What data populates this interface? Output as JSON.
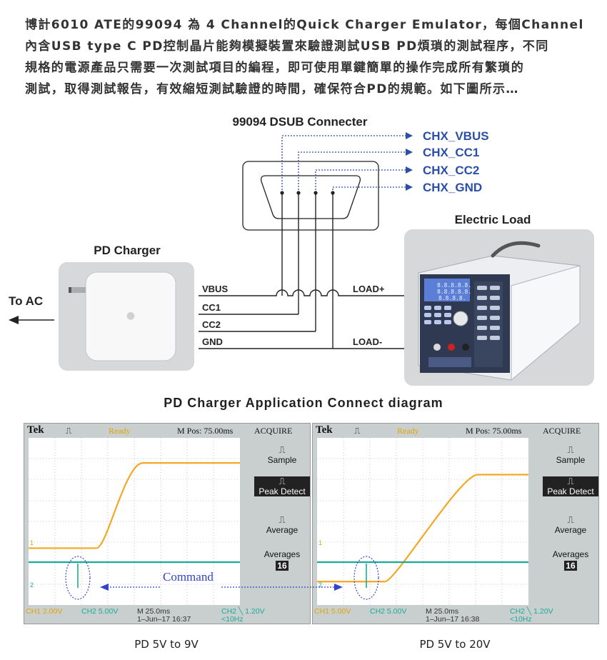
{
  "intro": {
    "line1": "博計6010 ATE的99094 為 4 Channel的Quick Charger Emulator，每個Channel",
    "line2": "內含USB type C PD控制晶片能夠模擬裝置來驗證測試USB PD煩瑣的測試程序，不同",
    "line3": "規格的電源產品只需要一次測試項目的編程，即可使用單鍵簡單的操作完成所有繁瑣的",
    "line4": "測試，取得測試報告，有效縮短測試驗證的時間，確保符合PD的規範。如下圖所示…"
  },
  "diagram": {
    "connector_title": "99094 DSUB  Connecter",
    "channels": [
      "CHX_VBUS",
      "CHX_CC1",
      "CHX_CC2",
      "CHX_GND"
    ],
    "electric_load_label": "Electric Load",
    "pd_charger_label": "PD Charger",
    "to_ac_label": "To AC",
    "wires": [
      "VBUS",
      "CC1",
      "CC2",
      "GND"
    ],
    "load_plus": "LOAD+",
    "load_minus": "LOAD-",
    "caption": "PD Charger Application Connect diagram",
    "load_display": [
      "8.8.8.8.8.",
      "8.8.8.8.8.",
      "8.8.8.8."
    ]
  },
  "colors": {
    "channel_blue": "#2b4fa8",
    "ch1_orange": "#f5a623",
    "ch2_teal": "#1aaa9a",
    "command_blue": "#3344cc"
  },
  "scopes": [
    {
      "brand": "Tek",
      "status": "Ready",
      "mpos": "M Pos: 75.00ms",
      "mode": "ACQUIRE",
      "menu": [
        "Sample",
        "Peak Detect",
        "Average",
        "Averages"
      ],
      "averages_value": "16",
      "ch1_scale": "CH1  2.00V",
      "ch2_scale": "CH2  5.00V",
      "timebase": "M 25.0ms",
      "date": "1–Jun–17 16:37",
      "trigger": "CH2 ╲ 1.20V",
      "freq": "<10Hz",
      "caption": "PD 5V to 9V",
      "ch1_start_level": 0.34,
      "ch1_end_level": 0.85
    },
    {
      "brand": "Tek",
      "status": "Ready",
      "mpos": "M Pos: 75.00ms",
      "mode": "ACQUIRE",
      "menu": [
        "Sample",
        "Peak Detect",
        "Average",
        "Averages"
      ],
      "averages_value": "16",
      "ch1_scale": "CH1  5.00V",
      "ch2_scale": "CH2  5.00V",
      "timebase": "M 25.0ms",
      "date": "1–Jun–17 16:38",
      "trigger": "CH2 ╲ 1.20V",
      "freq": "<10Hz",
      "caption": "PD 5V to 20V",
      "ch1_start_level": 0.14,
      "ch1_end_level": 0.78
    }
  ],
  "command_label": "Command"
}
